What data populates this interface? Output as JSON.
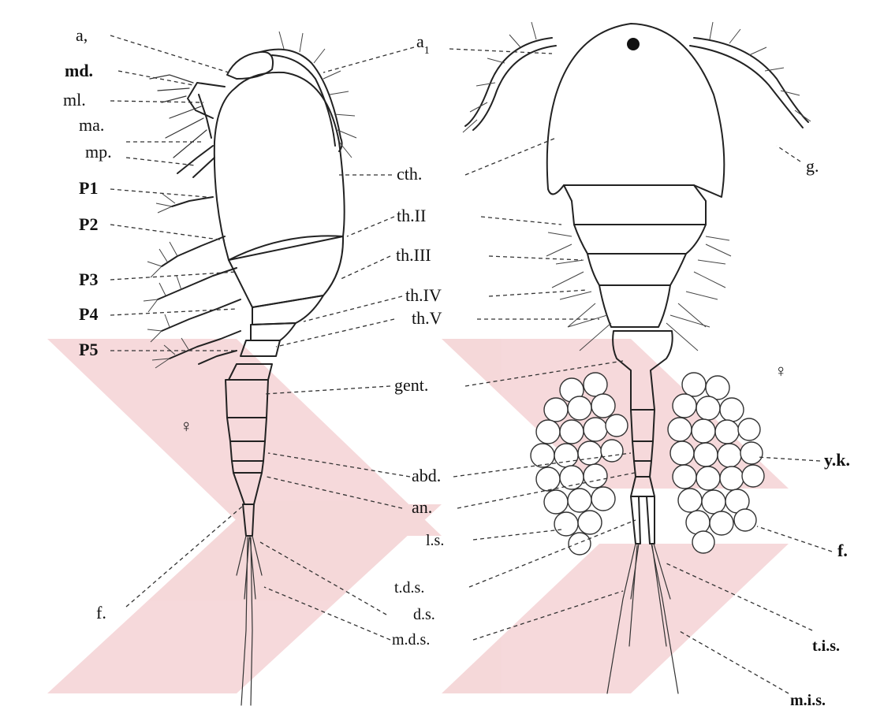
{
  "watermark_colors": {
    "red": "#c4141c"
  },
  "left_view": {
    "labels": {
      "a": "a,",
      "md": "md.",
      "ml": "ml.",
      "ma": "ma.",
      "mp": "mp.",
      "p1": "P1",
      "p2": "P2",
      "p3": "P3",
      "p4": "P4",
      "p5": "P5",
      "female_symbol": "♀",
      "f": "f."
    }
  },
  "center_labels": {
    "a1": "a",
    "a1_sub": "1",
    "cth": "cth.",
    "th2": "th.II",
    "th3": "th.III",
    "th4": "th.IV",
    "th5": "th.V",
    "gent": "gent.",
    "abd": "abd.",
    "an": "an.",
    "ls": "l.s.",
    "tds": "t.d.s.",
    "ds": "d.s.",
    "mds": "m.d.s."
  },
  "right_view": {
    "labels": {
      "g": "g.",
      "female_symbol": "♀",
      "yk": "y.k.",
      "f": "f.",
      "tis": "t.i.s.",
      "mis": "m.i.s."
    }
  }
}
